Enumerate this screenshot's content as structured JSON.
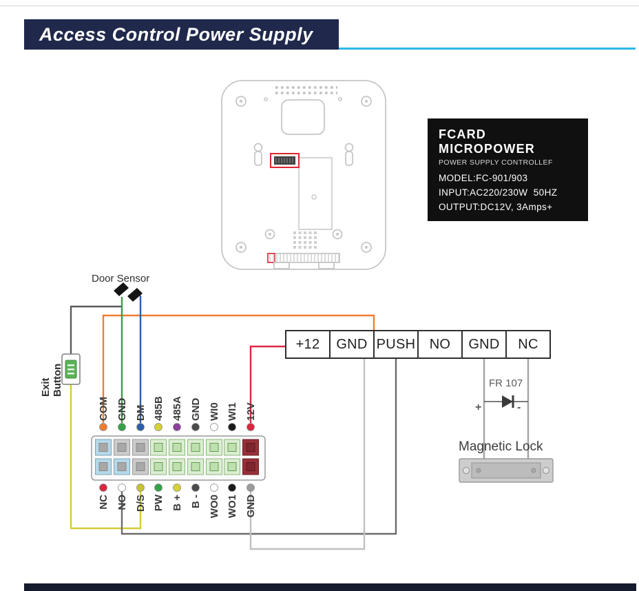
{
  "page": {
    "title": "Access Control Power Supply"
  },
  "info_box": {
    "title": "FCARD MICROPOWER",
    "subtitle": "POWER SUPPLY CONTROLLEF",
    "model": "MODEL:FC-901/903",
    "input": "INPUT:AC220/230W  50HZ",
    "output": "OUTPUT:DC12V, 3Amps+"
  },
  "power_terminals": [
    "+12",
    "GND",
    "PUSH",
    "NO",
    "GND",
    "NC"
  ],
  "connector": {
    "top_pins": [
      {
        "label": "COM",
        "color": "#ef7d31"
      },
      {
        "label": "GND",
        "color": "#35a247"
      },
      {
        "label": "DM",
        "color": "#2d5fa8"
      },
      {
        "label": "485B",
        "color": "#d4d234"
      },
      {
        "label": "485A",
        "color": "#8d3f9e"
      },
      {
        "label": "GND",
        "color": "#4a4a4a"
      },
      {
        "label": "WI0",
        "color": "#ffffff"
      },
      {
        "label": "WI1",
        "color": "#1a1a1a"
      },
      {
        "label": "12V",
        "color": "#da2740"
      }
    ],
    "bottom_pins": [
      {
        "label": "NC",
        "color": "#da2740"
      },
      {
        "label": "NO",
        "color": "#ffffff"
      },
      {
        "label": "D/S",
        "color": "#c9c32f"
      },
      {
        "label": "PW",
        "color": "#35a247"
      },
      {
        "label": "B +",
        "color": "#d4d234"
      },
      {
        "label": "B -",
        "color": "#4a4a4a"
      },
      {
        "label": "WO0",
        "color": "#ffffff"
      },
      {
        "label": "WO1",
        "color": "#1a1a1a"
      },
      {
        "label": "GND",
        "color": "#9b9b9b"
      }
    ]
  },
  "annotations": {
    "door_sensor": "Door Sensor",
    "exit_button": "Exit\nButton",
    "diode": "FR 107",
    "plus": "+",
    "minus": "-",
    "magnetic_lock": "Magnetic Lock"
  },
  "wires": {
    "com_to_power": "#ef7d31",
    "gnd_to_sensor": "#35a247",
    "dm_to_sensor": "#2d5fa8",
    "v12_to_power": "#da2740",
    "exit_to_gnd": "#5a5a5a",
    "exit_to_ds": "#d2cb3a",
    "push_to_no": "#6b6b6b",
    "gnd_to_gnd": "#c0c0c0",
    "lock": "#a3a3a3"
  },
  "colors": {
    "accent": "#2bb7e8",
    "title_bg": "#20294b",
    "footer": "#161b2e"
  }
}
